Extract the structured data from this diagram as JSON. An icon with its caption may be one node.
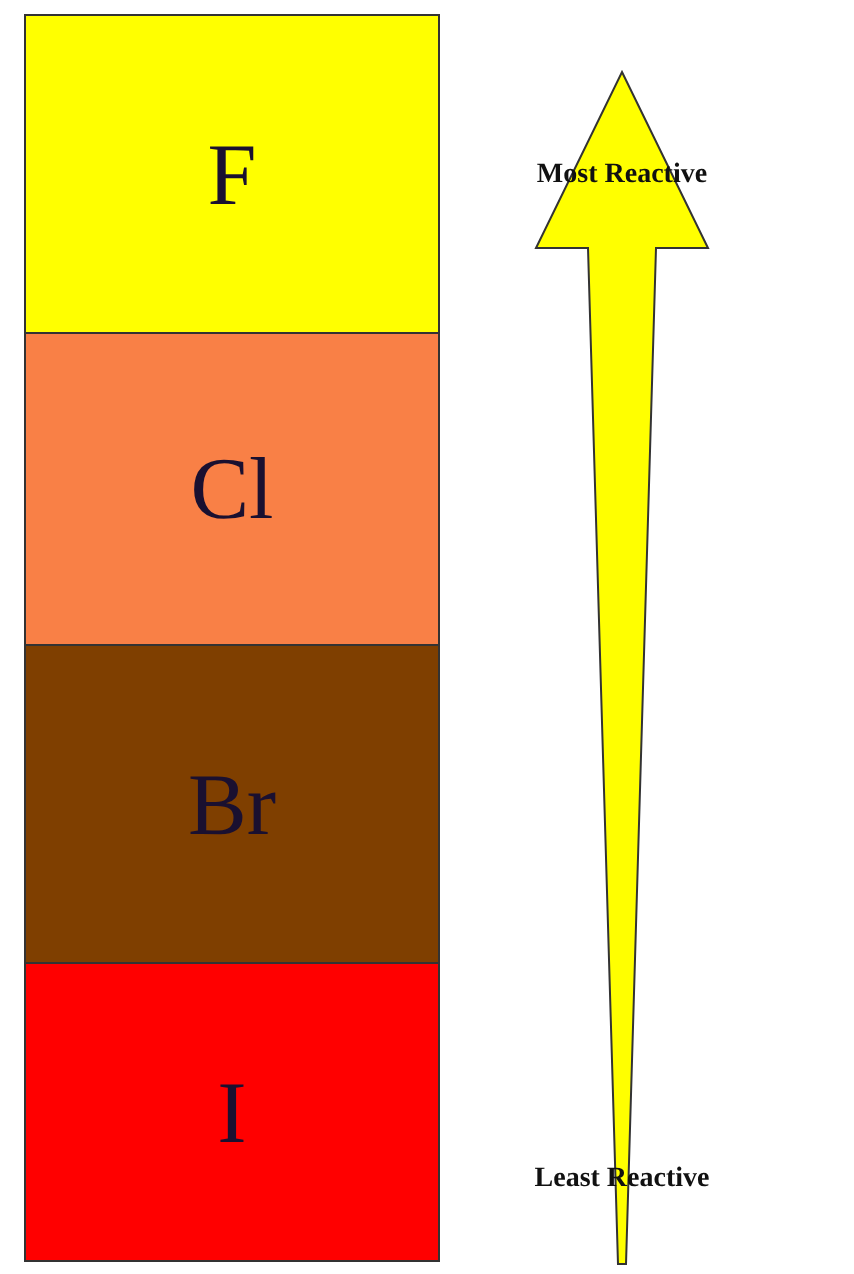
{
  "diagram": {
    "nodes": [
      {
        "text": [
          "F"
        ]
      },
      {
        "text": [
          "Cl"
        ]
      },
      {
        "text": [
          "Br"
        ]
      },
      {
        "text": [
          "I"
        ]
      }
    ],
    "labels": [
      "Most Reactive",
      "Least Reactive"
    ]
  }
}
